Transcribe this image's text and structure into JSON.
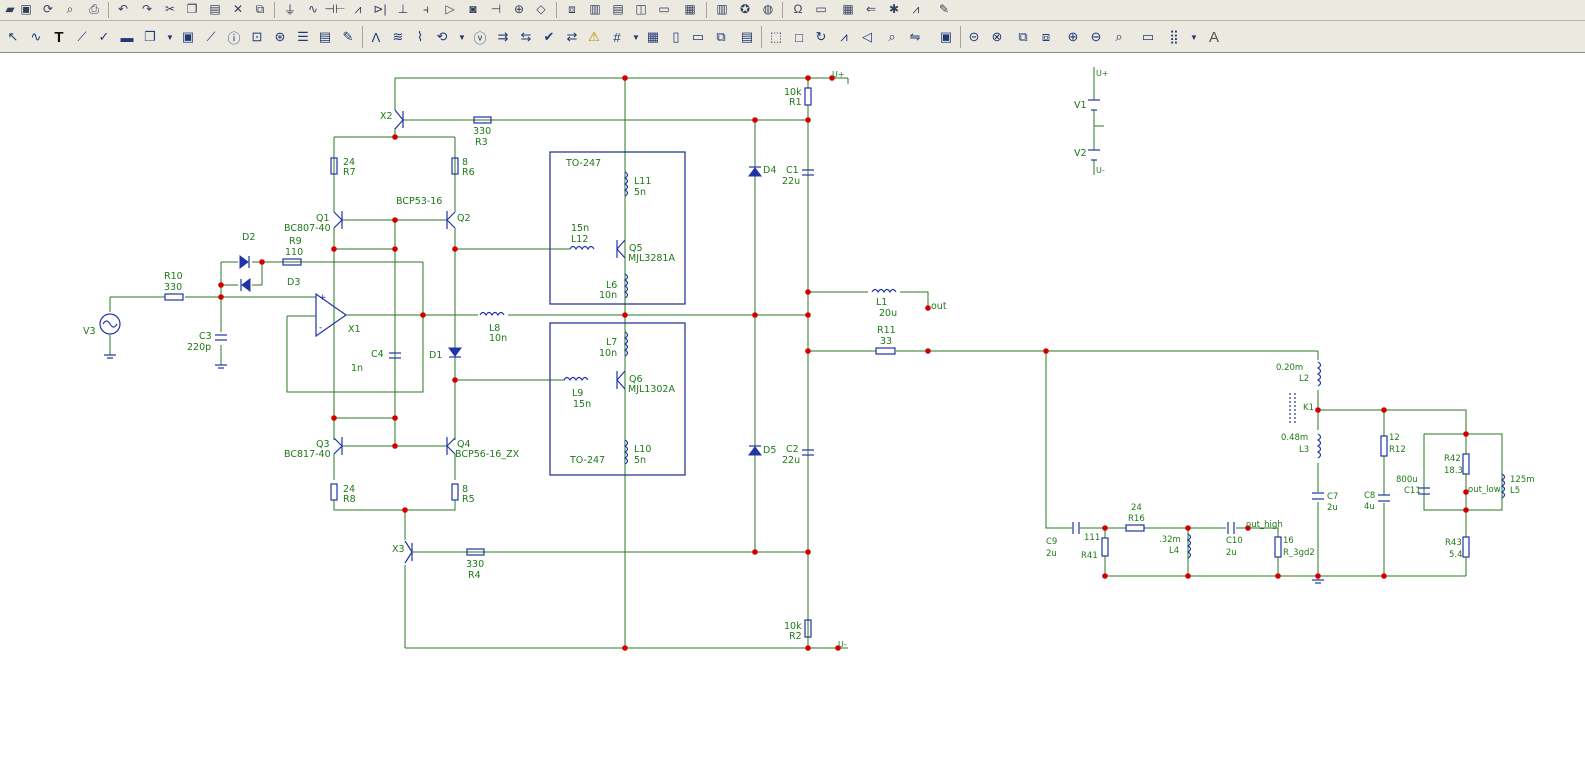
{
  "toolbar_top": {
    "icons": [
      "open-icon",
      "save-icon",
      "refresh-icon",
      "print-preview-icon",
      "print-icon",
      "undo-icon",
      "redo-icon",
      "cut-icon",
      "copy-icon",
      "paste-icon",
      "delete-icon",
      "select-all-icon",
      "ground-icon",
      "wire-icon",
      "capacitor-icon",
      "resistor-icon",
      "diode-icon",
      "transistor-icon",
      "inductor-icon",
      "opamp-icon",
      "coil-icon",
      "battery-icon",
      "probe-icon",
      "meter-icon",
      "component-icon",
      "window-icon",
      "window-split-icon",
      "window-tile-icon",
      "window-cascade-icon",
      "window-list-icon",
      "calculator-icon",
      "book-icon",
      "help-icon",
      "globe-icon",
      "analysis-icon",
      "options-icon",
      "tools-icon",
      "chart-icon",
      "settings-icon"
    ]
  },
  "toolbar_main": {
    "text_tool": "T",
    "font_tool": "A"
  },
  "schematic": {
    "components": {
      "r1": {
        "name": "R1",
        "value": "10k"
      },
      "r2": {
        "name": "R2",
        "value": "10k"
      },
      "r3": {
        "name": "R3",
        "value": "330"
      },
      "r4": {
        "name": "R4",
        "value": "330"
      },
      "r5": {
        "name": "R5",
        "value": "8"
      },
      "r6": {
        "name": "R6",
        "value": "8"
      },
      "r7": {
        "name": "R7",
        "value": "24"
      },
      "r8": {
        "name": "R8",
        "value": "24"
      },
      "r9": {
        "name": "R9",
        "value": "110"
      },
      "r10": {
        "name": "R10",
        "value": "330"
      },
      "r11": {
        "name": "R11",
        "value": "33"
      },
      "r12": {
        "name": "R12",
        "value": "12"
      },
      "r16": {
        "name": "R16",
        "value": "24"
      },
      "r41": {
        "name": "R41"
      },
      "r42": {
        "name": "R42",
        "value": "18.3"
      },
      "r43": {
        "name": "R43",
        "value": "5.4"
      },
      "r3gd2": {
        "name": "R_3gd2",
        "value": "16"
      },
      "c1": {
        "name": "C1",
        "value": "22u"
      },
      "c2": {
        "name": "C2",
        "value": "22u"
      },
      "c3": {
        "name": "C3",
        "value": "220p"
      },
      "c4": {
        "name": "C4",
        "value": "1n"
      },
      "c7": {
        "name": "C7",
        "value": "2u"
      },
      "c8": {
        "name": "C8",
        "value": "4u"
      },
      "c9": {
        "name": "C9",
        "value": "2u"
      },
      "c10": {
        "name": "C10",
        "value": "2u"
      },
      "c11": {
        "name": "C11",
        "value": "800u"
      },
      "l1": {
        "name": "L1",
        "value": "20u"
      },
      "l2": {
        "name": "L2",
        "value": "0.20m"
      },
      "l3": {
        "name": "L3",
        "value": "0.48m"
      },
      "l4": {
        "name": "L4",
        "value": ".32m"
      },
      "l5": {
        "name": "L5",
        "value": "125m"
      },
      "l6": {
        "name": "L6",
        "value": "10n"
      },
      "l7": {
        "name": "L7",
        "value": "10n"
      },
      "l8": {
        "name": "L8",
        "value": "10n"
      },
      "l9": {
        "name": "L9",
        "value": "15n"
      },
      "l10": {
        "name": "L10",
        "value": "5n"
      },
      "l11": {
        "name": "L11",
        "value": "5n"
      },
      "l12": {
        "name": "L12",
        "value": "15n"
      },
      "q1": {
        "name": "Q1",
        "part": "BC807-40"
      },
      "q2": {
        "name": "Q2",
        "part": "BCP53-16"
      },
      "q3": {
        "name": "Q3",
        "part": "BC817-40"
      },
      "q4": {
        "name": "Q4",
        "part": "BCP56-16_ZX"
      },
      "q5": {
        "name": "Q5",
        "part": "MJL3281A"
      },
      "q6": {
        "name": "Q6",
        "part": "MJL1302A"
      },
      "x1": {
        "name": "X1"
      },
      "x2": {
        "name": "X2"
      },
      "x3": {
        "name": "X3"
      },
      "d1": {
        "name": "D1"
      },
      "d2": {
        "name": "D2"
      },
      "d3": {
        "name": "D3"
      },
      "d4": {
        "name": "D4"
      },
      "d5": {
        "name": "D5"
      },
      "v1": {
        "name": "V1"
      },
      "v2": {
        "name": "V2"
      },
      "v3": {
        "name": "V3"
      },
      "k1": {
        "name": "K1"
      },
      "c11extra": {
        "value": "111"
      }
    },
    "labels": {
      "package_top": "TO-247",
      "package_bottom": "TO-247",
      "net_out": "out",
      "net_out_high": "out_high",
      "net_out_low": "out_low",
      "rail_pos": "U+",
      "rail_neg": "U-",
      "supply_pos": "U+",
      "supply_neg": "U-"
    }
  }
}
